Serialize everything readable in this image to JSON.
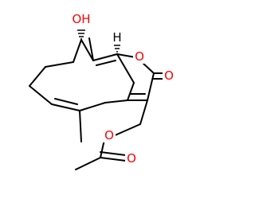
{
  "molecule": {
    "colors": {
      "bond": "#000000",
      "oxygen": "#ff0000",
      "hydrogen_label": "#000000",
      "background": "#ffffff"
    },
    "labels": {
      "hydroxyl": "OH",
      "ring_oxygen": "O",
      "carbonyl_oxygen": "O",
      "ester_oxygen": "O",
      "acetyl_oxygen": "O",
      "stereo_hydrogen": "H"
    }
  }
}
